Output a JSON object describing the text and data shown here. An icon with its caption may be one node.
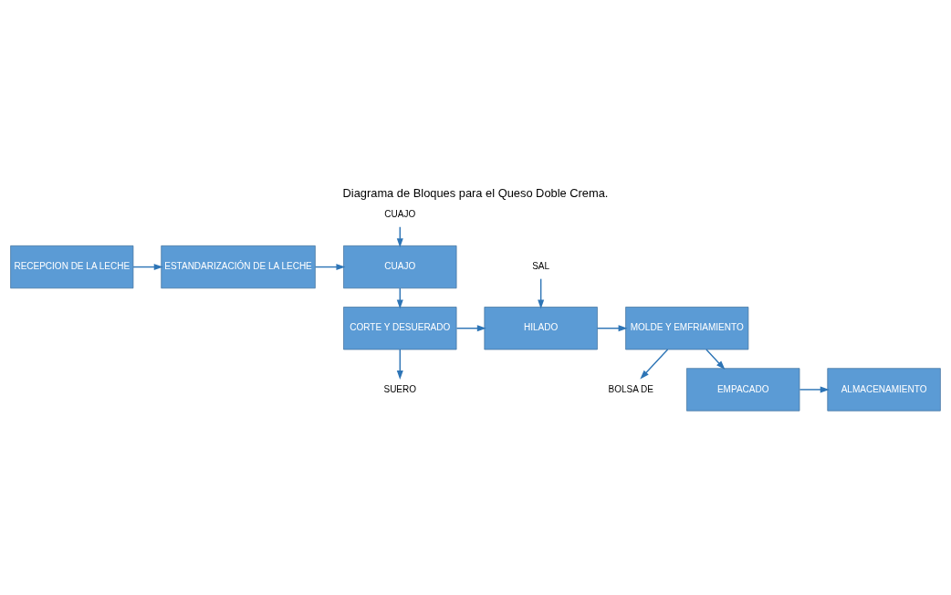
{
  "diagram": {
    "title": "Diagrama de Bloques para el Queso Doble Crema.",
    "nodes": [
      {
        "text": [
          "RECEPCION DE LA LECHE"
        ]
      },
      {
        "text": [
          "ESTANDARIZACIÓN DE LA LECHE"
        ]
      },
      {
        "text": [
          "CUAJO"
        ]
      },
      {
        "text": [
          "CUAJO"
        ]
      },
      {
        "text": [
          "SAL"
        ]
      },
      {
        "text": [
          "MOLDE Y EMFRIAMIENTO"
        ]
      },
      {
        "text": [
          "HILADO"
        ]
      },
      {
        "text": [
          "CORTE Y DESUERADO"
        ]
      },
      {
        "text": [
          "BOLSA DE"
        ]
      },
      {
        "text": [
          "SUERO"
        ]
      },
      {
        "text": [
          "EMPACADO"
        ]
      },
      {
        "text": [
          "ALMACENAMIENTO"
        ]
      }
    ],
    "edges": [
      {
        "from": 0,
        "to": 1,
        "arrow": "to"
      },
      {
        "from": 1,
        "to": 3,
        "arrow": "to"
      },
      {
        "from": 2,
        "to": 3,
        "arrow": "to"
      },
      {
        "from": 3,
        "to": 7,
        "arrow": "to"
      },
      {
        "from": 4,
        "to": 6,
        "arrow": "to"
      },
      {
        "from": 7,
        "to": 6,
        "arrow": "to"
      },
      {
        "from": 6,
        "to": 5,
        "arrow": "to"
      },
      {
        "from": 5,
        "to": 8,
        "arrow": "to"
      },
      {
        "from": 7,
        "to": 9,
        "arrow": "to"
      },
      {
        "from": 5,
        "to": 10,
        "arrow": "to"
      },
      {
        "from": 10,
        "to": 11,
        "arrow": "to"
      }
    ]
  }
}
